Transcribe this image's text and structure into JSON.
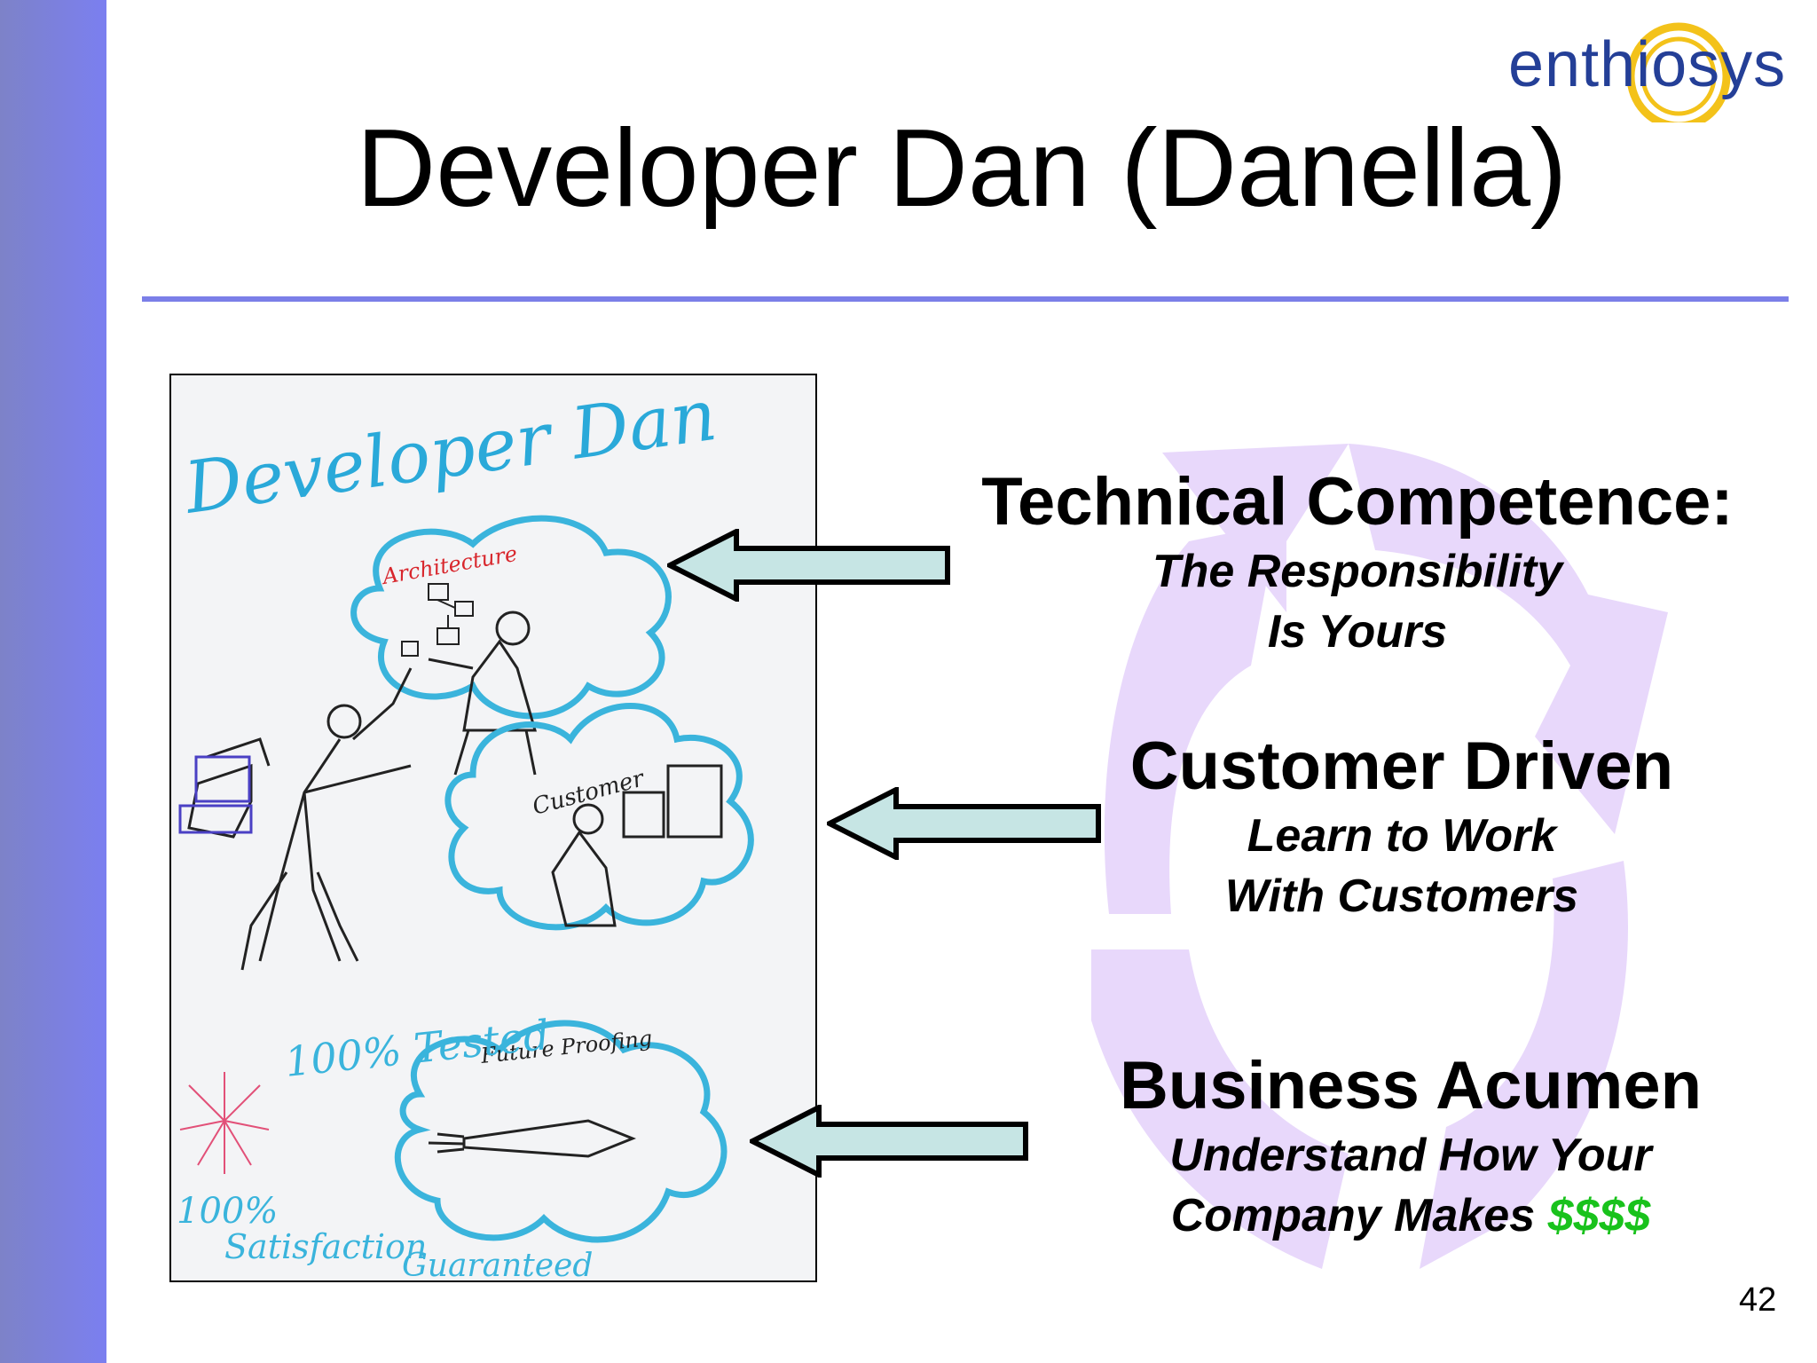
{
  "slide": {
    "logo": "enthiosys",
    "title": "Developer Dan (Danella)",
    "page_number": "42",
    "colors": {
      "sidebar": "#7b7ff0",
      "rule": "#7b7fe8",
      "arrow_fill": "#c6e5e4",
      "money": "#19c21c",
      "logo": "#243f97",
      "logo_ring": "#f3c21a",
      "cycle": "#e8d8fb"
    }
  },
  "sketch": {
    "title": "Developer Dan",
    "labels": {
      "architecture": "Architecture",
      "customer": "Customer",
      "future_proofing": "Future Proofing",
      "tested": "100% Tested",
      "satisfaction_1": "100%",
      "satisfaction_2": "Satisfaction",
      "satisfaction_3": "Guaranteed"
    }
  },
  "points": [
    {
      "heading": "Technical Competence:",
      "line1": "The Responsibility",
      "line2": "Is Yours"
    },
    {
      "heading": "Customer Driven",
      "line1": "Learn to Work",
      "line2": "With Customers"
    },
    {
      "heading": "Business Acumen",
      "line1": "Understand How Your",
      "line2_prefix": "Company Makes ",
      "line2_money": "$$$$"
    }
  ]
}
